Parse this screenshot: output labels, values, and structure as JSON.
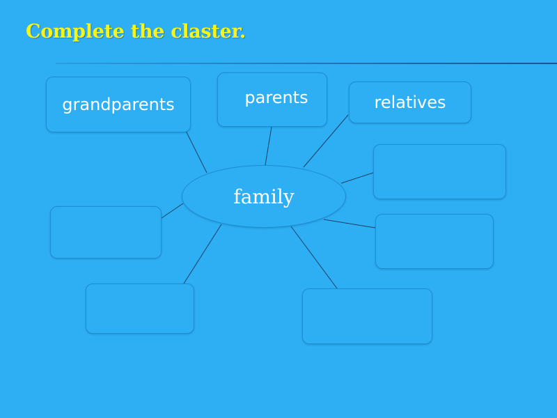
{
  "slide": {
    "title": "Complete the claster.",
    "title_color": "#f5f51a",
    "background_color": "#2eaef3"
  },
  "cluster": {
    "center_label": "family",
    "nodes": [
      {
        "id": "grandparents",
        "label": "grandparents"
      },
      {
        "id": "parents",
        "label": "parents"
      },
      {
        "id": "relatives",
        "label": "relatives"
      },
      {
        "id": "right1",
        "label": ""
      },
      {
        "id": "right2",
        "label": ""
      },
      {
        "id": "bottom",
        "label": ""
      },
      {
        "id": "left1",
        "label": ""
      },
      {
        "id": "left2",
        "label": ""
      }
    ]
  }
}
